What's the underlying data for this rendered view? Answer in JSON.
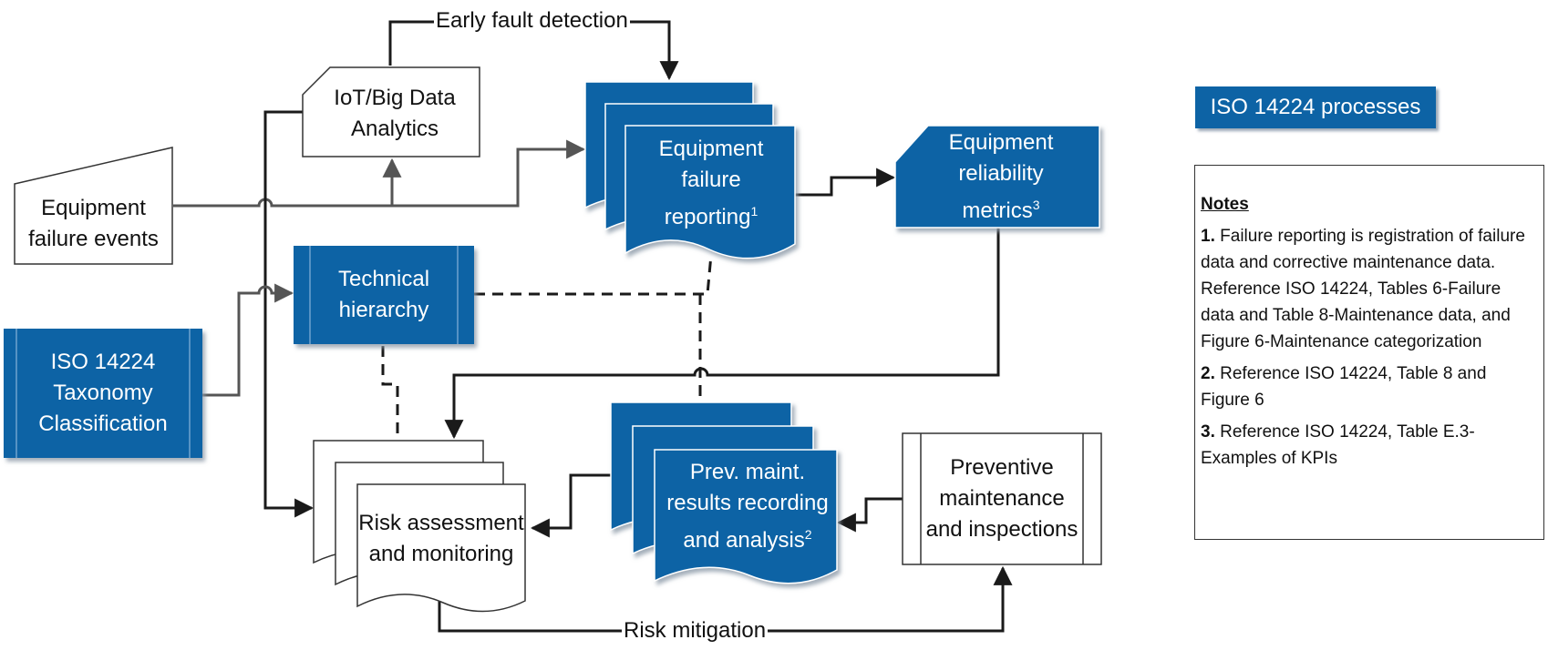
{
  "nodes": {
    "iot": {
      "text": "IoT/Big Data\nAnalytics"
    },
    "failure_events": {
      "text": "Equipment\nfailure events"
    },
    "failure_reporting": {
      "text": "Equipment\nfailure\nreporting",
      "sup": "1"
    },
    "reliability_metrics": {
      "text": "Equipment\nreliability\nmetrics",
      "sup": "3"
    },
    "technical_hierarchy": {
      "text": "Technical\nhierarchy"
    },
    "taxonomy": {
      "text": "ISO 14224\nTaxonomy\nClassification"
    },
    "risk_assessment": {
      "text": "Risk assessment\nand monitoring"
    },
    "prev_maint_results": {
      "text": "Prev. maint.\nresults recording\nand analysis",
      "sup": "2"
    },
    "preventive_maintenance": {
      "text": "Preventive\nmaintenance\nand inspections"
    }
  },
  "edge_labels": {
    "early_fault_detection": "Early fault detection",
    "risk_mitigation": "Risk mitigation"
  },
  "legend": {
    "label": "ISO 14224 processes",
    "color": "#0d63a5"
  },
  "notes": {
    "title": "Notes",
    "items": [
      {
        "num": "1.",
        "text": "Failure reporting is registration of failure data  and corrective maintenance data. Reference ISO 14224,  Tables 6-Failure data and  Table 8-Maintenance data, and Figure 6-Maintenance categorization"
      },
      {
        "num": "2.",
        "text": "Reference ISO 14224,  Table 8 and Figure 6"
      },
      {
        "num": "3.",
        "text": "Reference ISO 14224,  Table E.3-Examples of KPIs"
      }
    ]
  },
  "colors": {
    "process_fill": "#0d63a5",
    "process_dark": "#0a4f86",
    "line": "#1a1a1a",
    "shadow": "#9aa8b6"
  }
}
